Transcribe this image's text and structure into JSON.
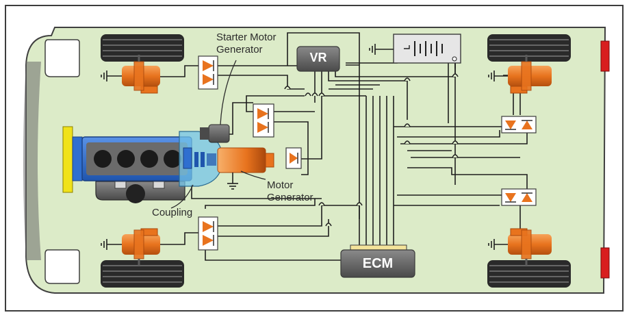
{
  "labels": {
    "starter_motor_line1": "Starter Motor",
    "starter_motor_line2": "Generator",
    "vr": "VR",
    "motor_line1": "Motor",
    "motor_line2": "Generator",
    "coupling": "Coupling",
    "ecm": "ECM"
  },
  "colors": {
    "frame_border": "#3c3c3c",
    "body_fill": "#dcebc8",
    "body_outline": "#3f3f3f",
    "wire": "#1e1e1e",
    "tire": "#2a2a2a",
    "motor_orange": "#e8731e",
    "engine_blue": "#2f6fd0",
    "coupling_cyan": "#74c4e8",
    "module_gray": "#5e5e5e",
    "bumper_yellow": "#f0e21a",
    "tail_light_red": "#d81e1e"
  }
}
